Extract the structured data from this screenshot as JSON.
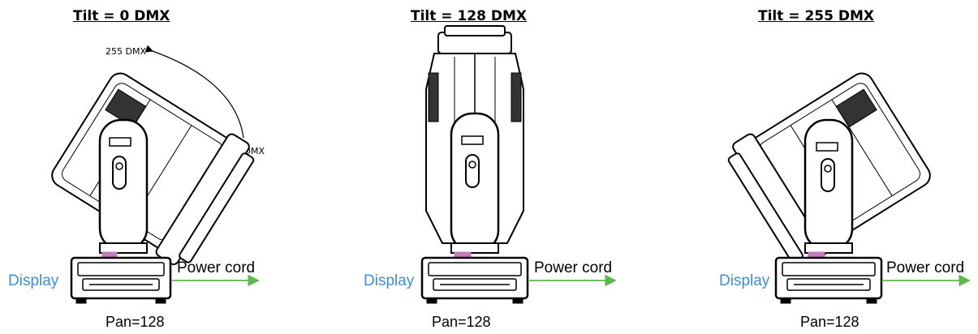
{
  "panels": [
    {
      "title": "Tilt = 0 DMX",
      "pan_label": "Pan=128",
      "display_label": "Display",
      "power_label": "Power cord",
      "annotations": {
        "start": "255 DMX",
        "end": "0 DMX"
      }
    },
    {
      "title": "Tilt = 128 DMX",
      "pan_label": "Pan=128",
      "display_label": "Display",
      "power_label": "Power cord"
    },
    {
      "title": "Tilt = 255 DMX",
      "pan_label": "Pan=128",
      "display_label": "Display",
      "power_label": "Power cord"
    }
  ],
  "colors": {
    "display_text": "#3d8fd1",
    "power_arrow": "#5bb84a",
    "display_marker": "#c77bb8",
    "line": "#000000"
  }
}
